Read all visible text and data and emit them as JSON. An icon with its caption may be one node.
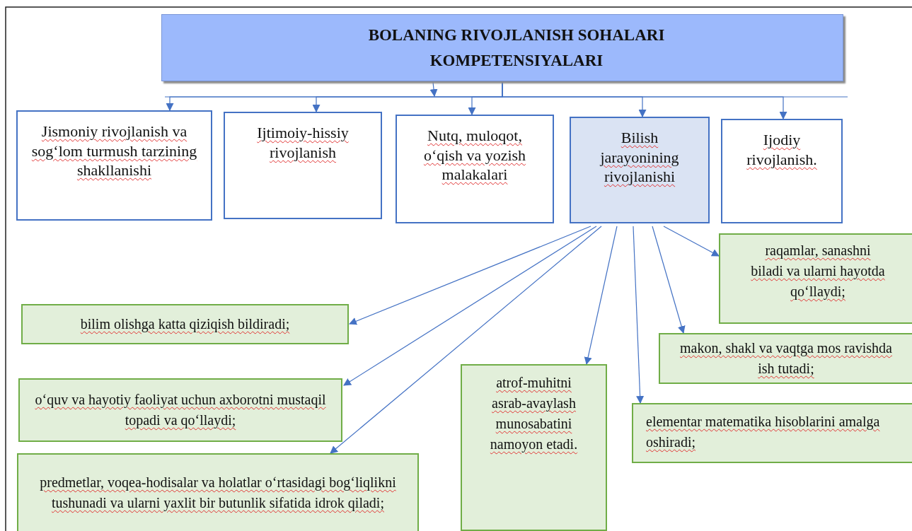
{
  "diagram": {
    "nodes": [
      {
        "text": [
          "BOLANING RIVOJLANISH SOHALARI KOMPETENSIYALARI"
        ]
      },
      {
        "text": [
          "Jismoniy rivojlanish va sog‘lom turmush tarzining shakllanishi"
        ]
      },
      {
        "text": [
          "Ijtimoiy-hissiy rivojlanish"
        ]
      },
      {
        "text": [
          "Nutq, muloqot, o‘qish va yozish malakalari"
        ]
      },
      {
        "text": [
          "Bilish jarayonining rivojlanishi"
        ]
      },
      {
        "text": [
          "Ijodiy rivojlanish."
        ]
      },
      {
        "text": [
          "raqamlar, sanashni biladi va ularni hayotda qo‘llaydi;"
        ]
      },
      {
        "text": [
          "bilim olishga katta qiziqish bildiradi;"
        ]
      },
      {
        "text": [
          "makon, shakl va vaqtga mos ravishda ish tutadi;"
        ]
      },
      {
        "text": [
          "o‘quv va hayotiy faoliyat uchun axborotni mustaqil topadi va qo‘llaydi;"
        ]
      },
      {
        "text": [
          "atrof-muhitni asrab-avaylash munosabatini namoyon etadi."
        ]
      },
      {
        "text": [
          "elementar matematika hisoblarini amalga oshiradi;"
        ]
      },
      {
        "text": [
          "predmetlar, voqea-hodisalar va holatlar o‘rtasidagi bog‘liqlikni tushunadi va ularni yaxlit bir butunlik sifatida idrok qiladi;"
        ]
      }
    ],
    "edges": [
      {
        "from": 0,
        "to": 1,
        "arrow": "to"
      },
      {
        "from": 0,
        "to": 2,
        "arrow": "to"
      },
      {
        "from": 0,
        "to": 3,
        "arrow": "to"
      },
      {
        "from": 0,
        "to": 4,
        "arrow": "to"
      },
      {
        "from": 0,
        "to": 5,
        "arrow": "to"
      },
      {
        "from": 4,
        "to": 7,
        "arrow": "to"
      },
      {
        "from": 4,
        "to": 9,
        "arrow": "to"
      },
      {
        "from": 4,
        "to": 12,
        "arrow": "to"
      },
      {
        "from": 4,
        "to": 10,
        "arrow": "to"
      },
      {
        "from": 4,
        "to": 11,
        "arrow": "to"
      },
      {
        "from": 4,
        "to": 8,
        "arrow": "to"
      },
      {
        "from": 4,
        "to": 6,
        "arrow": "to"
      }
    ]
  }
}
